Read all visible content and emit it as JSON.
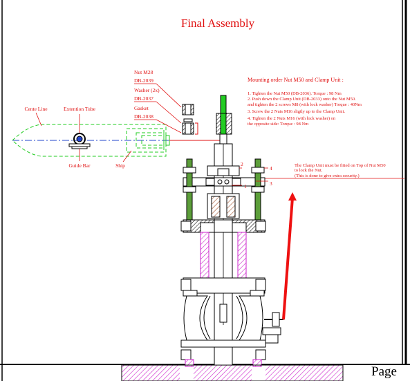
{
  "title": "Final Assembly",
  "left_labels": {
    "centre_line": "Cente Line",
    "extension_tube": "Extention Tube",
    "guide_bar": "Guide Bar",
    "ship": "Ship"
  },
  "part_labels": [
    {
      "name": "Nut M28",
      "code": "DB-2039"
    },
    {
      "name": "Washer (2x)",
      "code": "DB-2037"
    },
    {
      "name": "Gasket",
      "code": "DB-2038"
    }
  ],
  "mounting": {
    "heading": "Mounting order Nut M50 and Clamp Unit :",
    "steps": [
      "1. Tighten the Nut M50 (DB-2036). Torque : 98 Nm",
      "2. Push down the Clamp Unit (DB-2033) onto the Nut M50.",
      "    and tighten the 2 screws M8 (with lock washer) Torque : 40Nm",
      "3. Screw the 2 Nuts M16 sligtly up to the Clamp Unit.",
      "4. Tighten the 2 Nuts M16 (with lock washer) on",
      "    the opposite side: Torque : 98 Nm"
    ]
  },
  "clamp_note": [
    "The Clamp Unit must be fitted on Top of Nut M50",
    "to lock the Nut.",
    "(This is done to give extra security.)"
  ],
  "callouts": [
    "1",
    "2",
    "3",
    "4"
  ],
  "page_label": "Page",
  "colors": {
    "red_text": "#e01010",
    "green_hidden": "#22cc22",
    "magenta_hatch": "#cc22cc",
    "centre_line": "#2244cc",
    "handle_red": "#ee1111"
  }
}
